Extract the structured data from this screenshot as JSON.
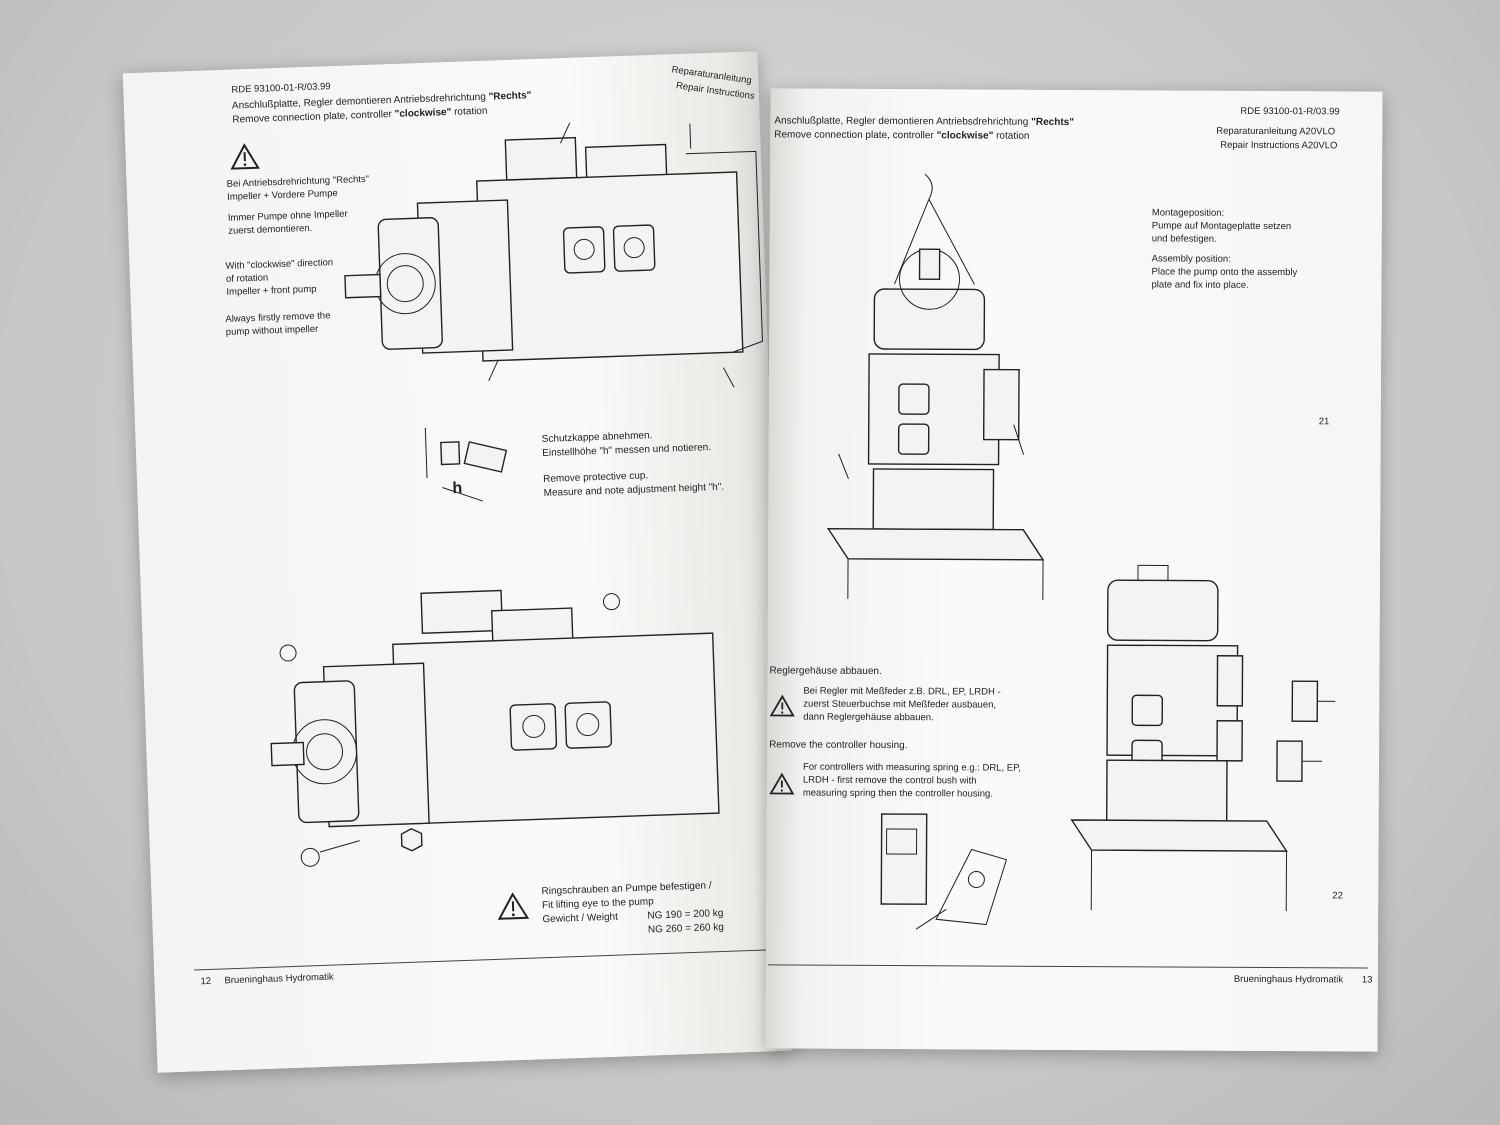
{
  "left_page": {
    "doc_code": "RDE 93100-01-R/03.99",
    "heading_de_prefix": "Anschlußplatte, Regler demontieren Antriebsdrehrichtung ",
    "heading_de_bold": "\"Rechts\"",
    "heading_en_prefix": "Remove connection plate, controller ",
    "heading_en_bold": "\"clockwise\"",
    "heading_en_suffix": " rotation",
    "side_title_1": "Reparaturanleitung",
    "side_title_2": "Repair Instructions",
    "note_de_1": "Bei Antriebsdrehrichtung \"Rechts\"",
    "note_de_2": "Impeller + Vordere Pumpe",
    "note_de_3": "Immer Pumpe ohne Impeller",
    "note_de_4": "zuerst demontieren.",
    "note_en_1": "With \"clockwise\" direction",
    "note_en_2": "of rotation",
    "note_en_3": "Impeller + front pump",
    "note_en_4": "Always firstly remove the",
    "note_en_5": "pump without impeller",
    "cap_de_1": "Schutzkappe abnehmen.",
    "cap_de_2": "Einstellhöhe \"h\" messen und notieren.",
    "cap_en_1": "Remove protective cup.",
    "cap_en_2": "Measure and note adjustment height \"h\".",
    "h_label": "h",
    "lift_1": "Ringschrauben an Pumpe befestigen /",
    "lift_2": "Fit lifting eye to the pump",
    "lift_weight_label": "Gewicht / Weight",
    "lift_w1": "NG 190 = 200 kg",
    "lift_w2": "NG 260 = 260 kg",
    "page_number": "12",
    "footer_brand": "Brueninghaus Hydromatik"
  },
  "right_page": {
    "doc_code": "RDE 93100-01-R/03.99",
    "heading_de_prefix": "Anschlußplatte, Regler demontieren Antriebsdrehrichtung ",
    "heading_de_bold": "\"Rechts\"",
    "heading_en_prefix": "Remove connection plate, controller ",
    "heading_en_bold": "\"clockwise\"",
    "heading_en_suffix": " rotation",
    "title_de": "Reparaturanleitung A20VLO",
    "title_en": "Repair Instructions A20VLO",
    "mount_1": "Montageposition:",
    "mount_2": "Pumpe auf Montageplatte setzen",
    "mount_3": "und befestigen.",
    "assy_1": "Assembly position:",
    "assy_2": "Place the pump onto the assembly",
    "assy_3": "plate and fix into place.",
    "fig_21": "21",
    "ctrl_de_head": "Reglergehäuse abbauen.",
    "ctrl_de_1": "Bei Regler mit Meßfeder z.B. DRL, EP, LRDH -",
    "ctrl_de_2": "zuerst Steuerbuchse mit Meßfeder ausbauen,",
    "ctrl_de_3": "dann Reglergehäuse abbauen.",
    "ctrl_en_head": "Remove the controller housing.",
    "ctrl_en_1": "For controllers with measuring spring e.g.: DRL, EP,",
    "ctrl_en_2": "LRDH - first remove the control bush with",
    "ctrl_en_3": "measuring spring then the controller housing.",
    "fig_22": "22",
    "footer_brand": "Brueninghaus Hydromatik",
    "page_number": "13"
  }
}
